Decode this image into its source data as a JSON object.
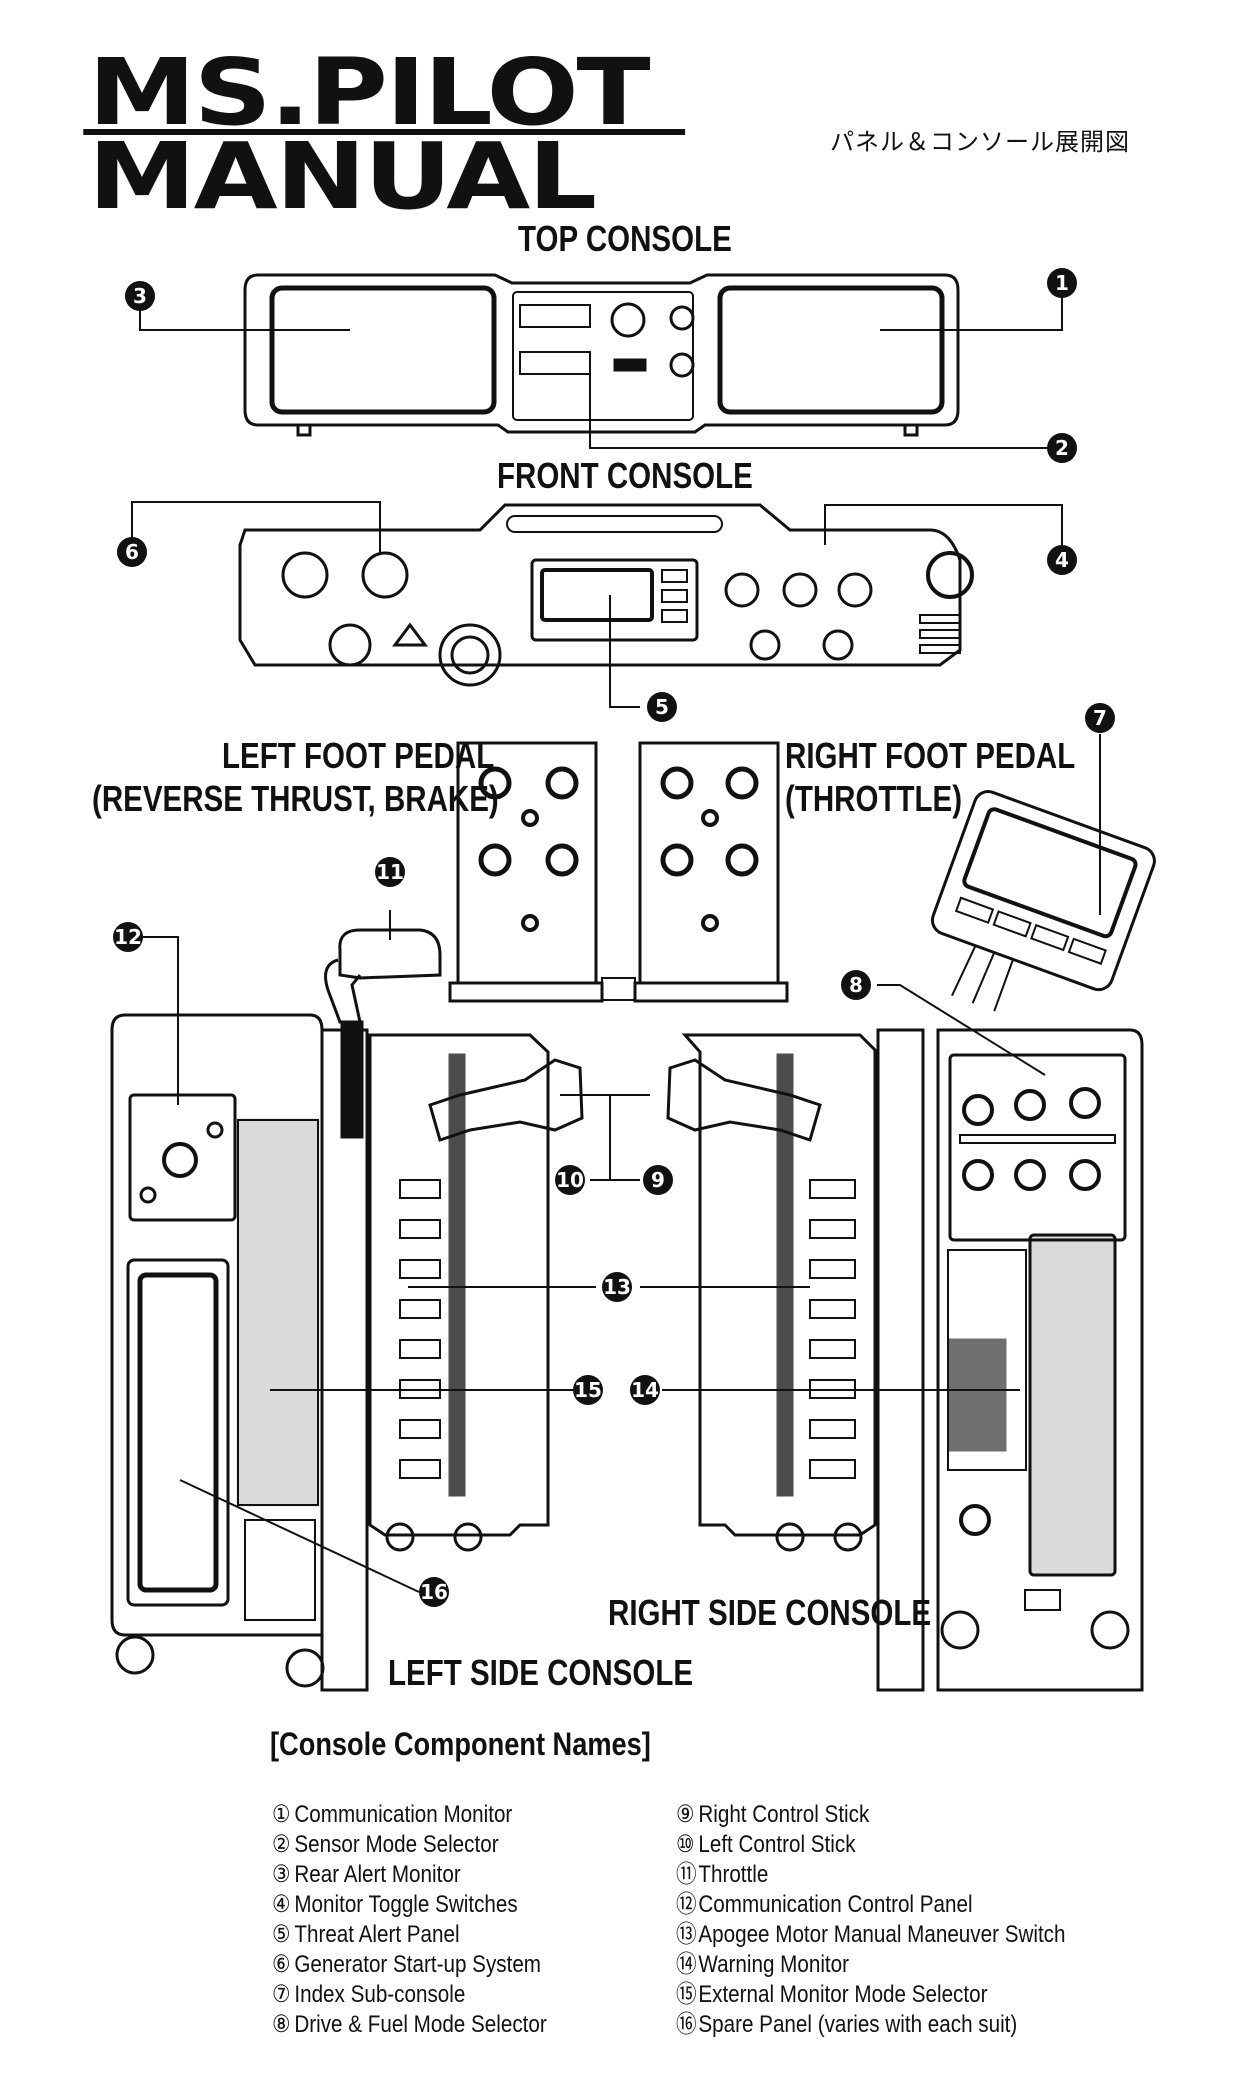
{
  "logo": {
    "line1": "MS.PILOT",
    "line2": "MANUAL"
  },
  "subtitle_jp": "パネル＆コンソール展開図",
  "sections": {
    "top_console": "TOP CONSOLE",
    "front_console": "FRONT CONSOLE",
    "left_foot_pedal": [
      "LEFT FOOT PEDAL",
      "(REVERSE THRUST, BRAKE)"
    ],
    "right_foot_pedal": [
      "RIGHT FOOT PEDAL",
      "(THROTTLE)"
    ],
    "right_side_console": "RIGHT SIDE CONSOLE",
    "left_side_console": "LEFT SIDE CONSOLE"
  },
  "callouts": [
    "1",
    "2",
    "3",
    "4",
    "5",
    "6",
    "7",
    "8",
    "9",
    "10",
    "11",
    "12",
    "13",
    "14",
    "15",
    "16"
  ],
  "legend": {
    "title": "[Console Component Names]",
    "left": [
      {
        "num": "①",
        "label": "Communication Monitor"
      },
      {
        "num": "②",
        "label": "Sensor Mode Selector"
      },
      {
        "num": "③",
        "label": "Rear Alert Monitor"
      },
      {
        "num": "④",
        "label": "Monitor Toggle Switches"
      },
      {
        "num": "⑤",
        "label": "Threat Alert Panel"
      },
      {
        "num": "⑥",
        "label": "Generator Start-up System"
      },
      {
        "num": "⑦",
        "label": "Index Sub-console"
      },
      {
        "num": "⑧",
        "label": "Drive & Fuel Mode Selector"
      }
    ],
    "right": [
      {
        "num": "⑨",
        "label": "Right Control Stick"
      },
      {
        "num": "⑩",
        "label": "Left Control Stick"
      },
      {
        "num": "⑪",
        "label": "Throttle"
      },
      {
        "num": "⑫",
        "label": "Communication Control Panel"
      },
      {
        "num": "⑬",
        "label": "Apogee Motor Manual Maneuver Switch"
      },
      {
        "num": "⑭",
        "label": "Warning Monitor"
      },
      {
        "num": "⑮",
        "label": "External Monitor Mode Selector"
      },
      {
        "num": "⑯",
        "label": "Spare Panel (varies with each suit)"
      }
    ]
  }
}
